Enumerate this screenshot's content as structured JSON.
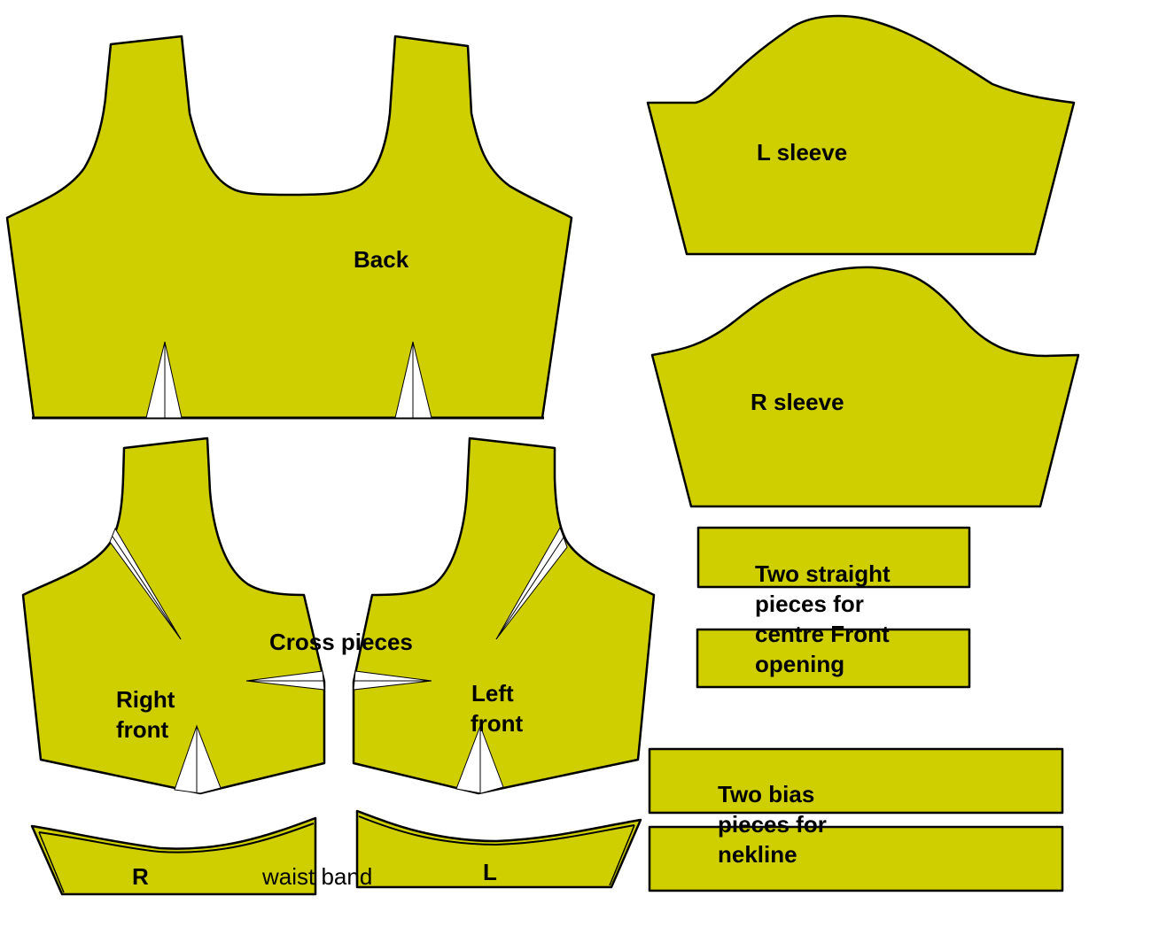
{
  "colors": {
    "fabric": "#cfcf00",
    "outline": "#000000",
    "dart": "#ffffff",
    "background": "#ffffff"
  },
  "pieces": {
    "back": {
      "label": "Back"
    },
    "l_sleeve": {
      "label": "L sleeve"
    },
    "r_sleeve": {
      "label": "R sleeve"
    },
    "right_front": {
      "label_line1": "Right",
      "label_line2": "front"
    },
    "left_front": {
      "label_line1": "Left",
      "label_line2": "front"
    },
    "cross_pieces": {
      "label": "Cross pieces"
    },
    "straight_pieces": {
      "label_line1": "Two straight",
      "label_line2": "pieces for",
      "label_line3": "centre Front",
      "label_line4": "opening"
    },
    "bias_pieces": {
      "label_line1": "Two bias",
      "label_line2": "pieces for",
      "label_line3": "nekline"
    },
    "waist_band": {
      "label": "waist band",
      "right_label": "R",
      "left_label": "L"
    }
  }
}
